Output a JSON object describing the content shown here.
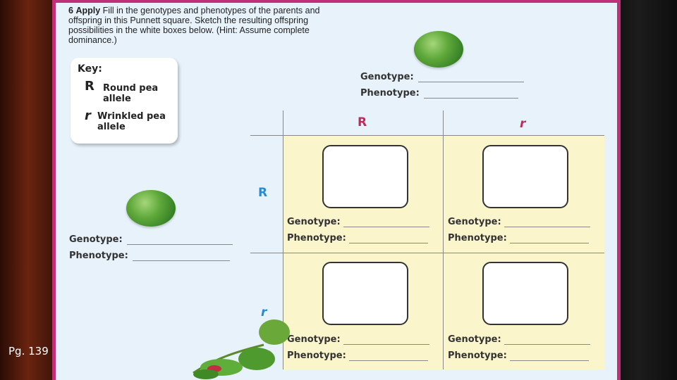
{
  "instructions": {
    "number": "6",
    "heading": "Apply",
    "text": "Fill in the genotypes and phenotypes of the parents and offspring in this Punnett square. Sketch the resulting offspring possibilities in the white boxes below. (Hint: Assume complete dominance.)"
  },
  "key": {
    "title": "Key:",
    "items": [
      {
        "letter": "R",
        "description": "Round pea allele"
      },
      {
        "letter": "r",
        "description": "Wrinkled pea allele"
      }
    ]
  },
  "top_parent": {
    "genotype_label": "Genotype:",
    "phenotype_label": "Phenotype:",
    "alleles": [
      "R",
      "r"
    ]
  },
  "left_parent": {
    "genotype_label": "Genotype:",
    "phenotype_label": "Phenotype:",
    "alleles": [
      "R",
      "r"
    ]
  },
  "cells": [
    {
      "genotype_label": "Genotype:",
      "phenotype_label": "Phenotype:"
    },
    {
      "genotype_label": "Genotype:",
      "phenotype_label": "Phenotype:"
    },
    {
      "genotype_label": "Genotype:",
      "phenotype_label": "Phenotype:"
    },
    {
      "genotype_label": "Genotype:",
      "phenotype_label": "Phenotype:"
    }
  ],
  "colors": {
    "allele_top": "#c02a5a",
    "allele_left": "#2a8ad0",
    "cell_fill": "#fbf5cc",
    "page_bg": "#e8f2fb"
  },
  "page_ref": "Pg. 139"
}
